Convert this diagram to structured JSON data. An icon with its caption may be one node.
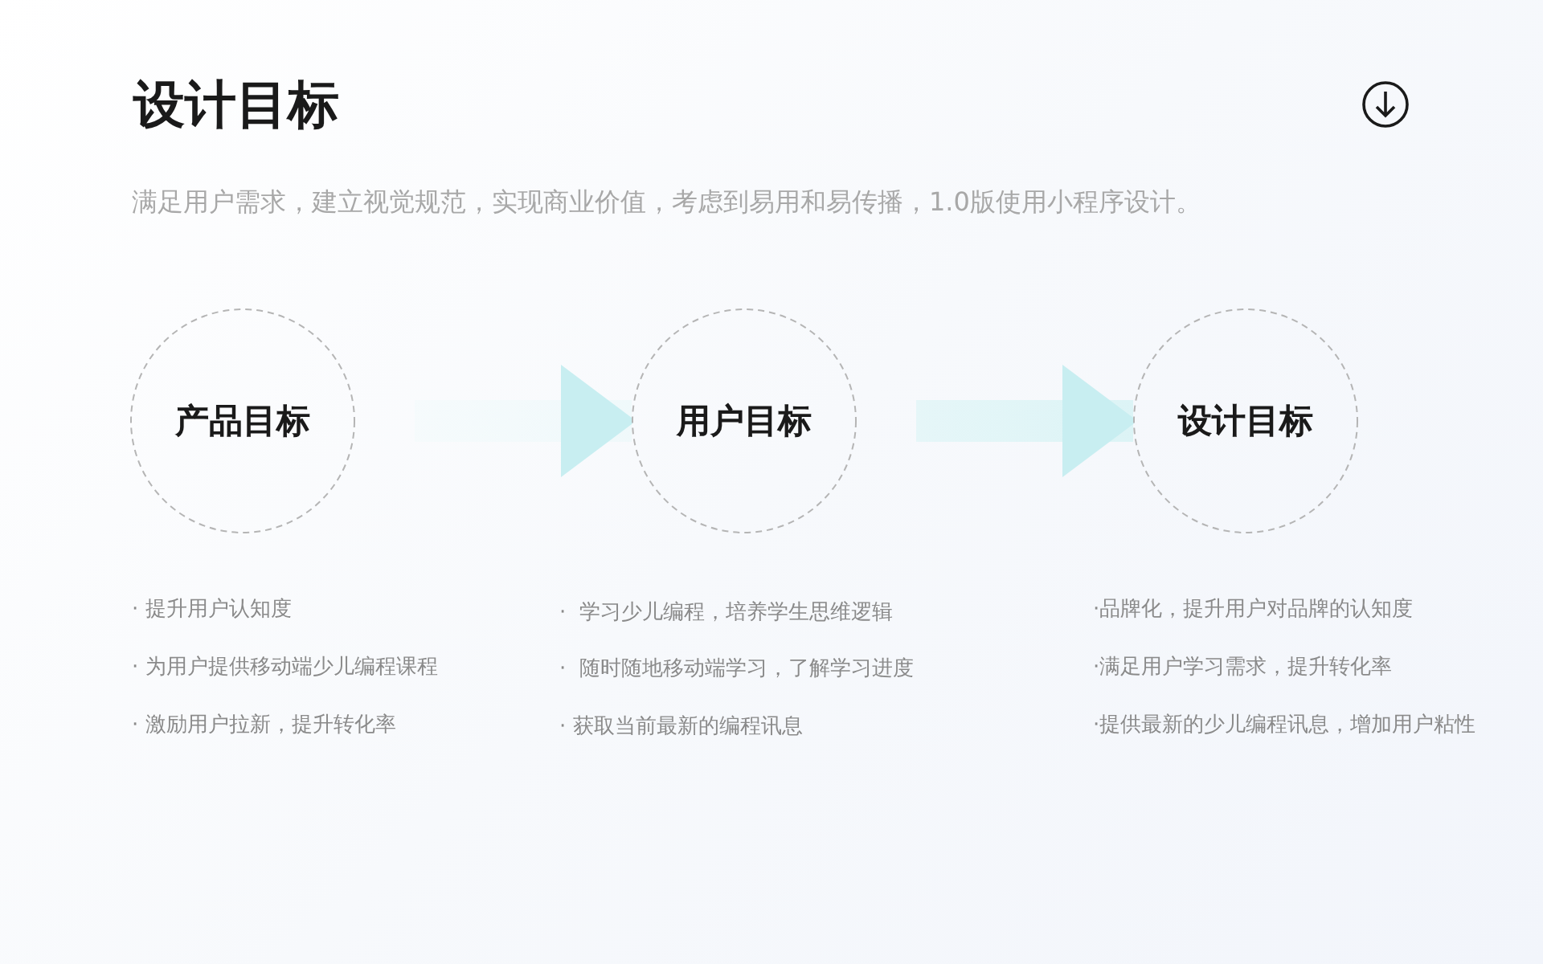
{
  "diagram": {
    "title": "设计目标",
    "caption": "满足用户需求，建立视觉规范，实现商业价值，考虑到易用和易传播，1.0版使用小程序设计。",
    "nodes": [
      {
        "text": [
          "产品目标"
        ],
        "beside": [
          "· 提升用户认知度",
          "· 为用户提供移动端少儿编程课程",
          "· 激励用户拉新，提升转化率"
        ]
      },
      {
        "text": [
          "用户目标"
        ],
        "beside": [
          "·  学习少儿编程，培养学生思维逻辑",
          "·  随时随地移动端学习，了解学习进度",
          "· 获取当前最新的编程讯息"
        ]
      },
      {
        "text": [
          "设计目标"
        ],
        "beside": [
          "·品牌化，提升用户对品牌的认知度",
          "·满足用户学习需求，提升转化率",
          "·提供最新的少儿编程讯息，增加用户粘性"
        ]
      }
    ],
    "edges": [
      {
        "from": 0,
        "to": 1,
        "arrow": "to"
      },
      {
        "from": 1,
        "to": 2,
        "arrow": "to"
      }
    ]
  }
}
